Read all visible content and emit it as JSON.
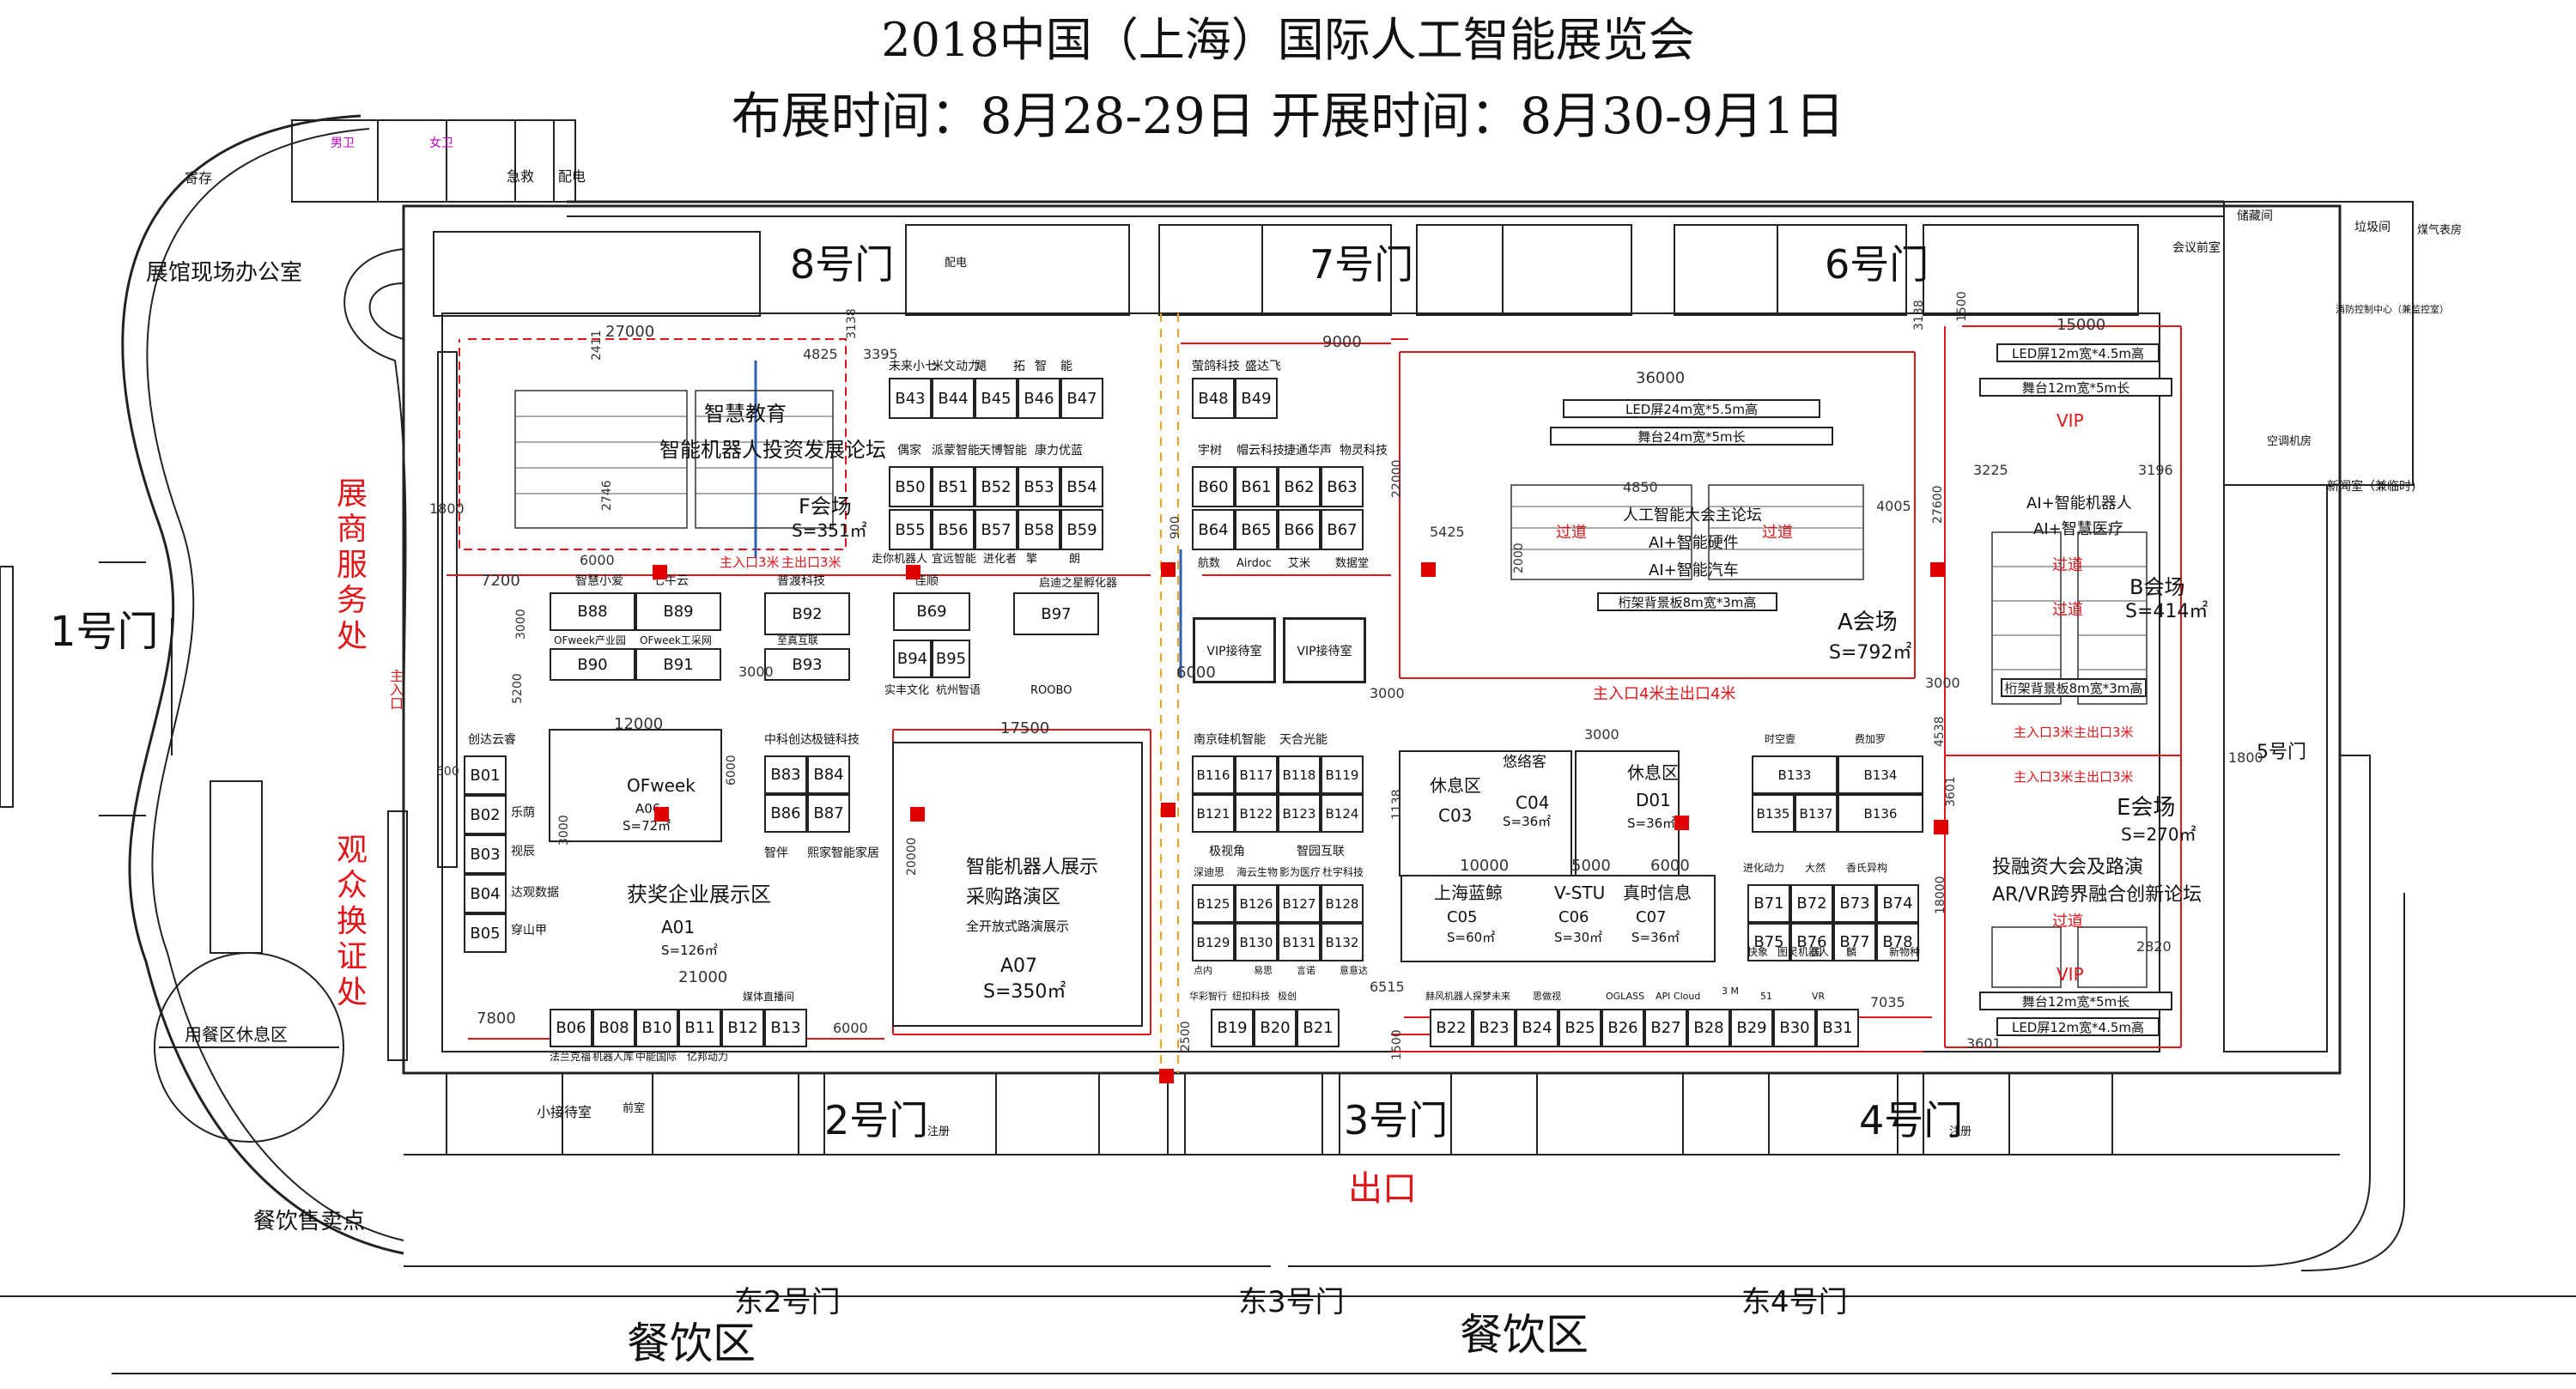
{
  "title": {
    "line1": "2018中国（上海）国际人工智能展览会",
    "line2": "布展时间：8月28-29日   开展时间：8月30-9月1日"
  },
  "gates": {
    "g1": "1号门",
    "g2": "2号门",
    "g3": "3号门",
    "g4": "4号门",
    "g5": "5号门",
    "g6": "6号门",
    "g7": "7号门",
    "g8": "8号门",
    "e2": "东2号门",
    "e3": "东3号门",
    "e4": "东4号门"
  },
  "areas": {
    "food1": "餐饮区",
    "food2": "餐饮区",
    "exit": "出口",
    "office": "展馆现场办公室",
    "snack": "餐饮售卖点",
    "rest_zone": "用餐区休息区",
    "exhibitor_service": "展商服务处",
    "visitor_exchange": "观众换证处",
    "storage": "寄存",
    "first_aid": "急救",
    "power": "配电",
    "reception": "小接待室",
    "main_entrance": "主入口"
  },
  "halls": {
    "f": {
      "top": "智慧教育",
      "mid": "智能机器人投资发展论坛",
      "name": "F会场",
      "size": "S=351㎡"
    },
    "a": {
      "line1": "人工智能大会主论坛",
      "line2": "AI+智能硬件",
      "line3": "AI+智能汽车",
      "name": "A会场",
      "size": "S=792㎡"
    },
    "b": {
      "line1": "AI+智能机器人",
      "line2": "AI+智慧医疗",
      "name": "B会场",
      "size": "S=414㎡"
    },
    "e": {
      "line1": "投融资大会及路演",
      "line2": "AR/VR跨界融合创新论坛",
      "name": "E会场",
      "size": "S=270㎡"
    },
    "a07": {
      "line1": "智能机器人展示",
      "line2": "采购路演区",
      "line3": "全开放式路演展示",
      "code": "A07",
      "size": "S=350㎡"
    },
    "a01": {
      "line1": "获奖企业展示区",
      "code": "A01",
      "size": "S=126㎡"
    },
    "a06": {
      "name": "OFweek",
      "code": "A06",
      "size": "S=72㎡"
    }
  },
  "stage": {
    "led_a": "LED屏24m宽*5.5m高",
    "stage_a": "舞台24m宽*5m长",
    "bg_a": "桁架背景板8m宽*3m高",
    "led_b": "LED屏12m宽*4.5m高",
    "stage_b": "舞台12m宽*5m长",
    "bg_b": "桁架背景板8m宽*3m高",
    "led_e": "LED屏12m宽*4.5m高",
    "stage_e": "舞台12m宽*5m长",
    "vip": "VIP",
    "aisle": "过道",
    "entry3": "主入口3米",
    "exit3": "主出口3米",
    "entry4": "主入口4米",
    "exit4": "主出口4米"
  },
  "rooms": {
    "vip1": "VIP接待室",
    "vip2": "VIP接待室",
    "rest_c03": "休息区",
    "c03": "C03",
    "rest_d01": "休息区",
    "d01": "D01",
    "d01_size": "S=36㎡",
    "c04_name": "悠络客",
    "c04": "C04",
    "c04_size": "S=36㎡",
    "c05_name": "上海蓝鲸",
    "c05": "C05",
    "c05_size": "S=60㎡",
    "c06_name": "V-STU",
    "c06": "C06",
    "c06_size": "S=30㎡",
    "c07_name": "真时信息",
    "c07": "C07",
    "c07_size": "S=36㎡"
  },
  "booths": [
    {
      "id": "b43",
      "code": "B43"
    },
    {
      "id": "b44",
      "code": "B44"
    },
    {
      "id": "b45",
      "code": "B45"
    },
    {
      "id": "b46",
      "code": "B46"
    },
    {
      "id": "b47",
      "code": "B47"
    },
    {
      "id": "b48",
      "code": "B48"
    },
    {
      "id": "b49",
      "code": "B49"
    },
    {
      "id": "b50",
      "code": "B50"
    },
    {
      "id": "b51",
      "code": "B51"
    },
    {
      "id": "b52",
      "code": "B52"
    },
    {
      "id": "b53",
      "code": "B53"
    },
    {
      "id": "b54",
      "code": "B54"
    },
    {
      "id": "b55",
      "code": "B55"
    },
    {
      "id": "b56",
      "code": "B56"
    },
    {
      "id": "b57",
      "code": "B57"
    },
    {
      "id": "b58",
      "code": "B58"
    },
    {
      "id": "b59",
      "code": "B59"
    },
    {
      "id": "b60",
      "code": "B60"
    },
    {
      "id": "b61",
      "code": "B61"
    },
    {
      "id": "b62",
      "code": "B62"
    },
    {
      "id": "b63",
      "code": "B63"
    },
    {
      "id": "b64",
      "code": "B64"
    },
    {
      "id": "b65",
      "code": "B65"
    },
    {
      "id": "b66",
      "code": "B66"
    },
    {
      "id": "b67",
      "code": "B67"
    },
    {
      "id": "b88",
      "code": "B88"
    },
    {
      "id": "b89",
      "code": "B89"
    },
    {
      "id": "b90",
      "code": "B90"
    },
    {
      "id": "b91",
      "code": "B91"
    },
    {
      "id": "b92",
      "code": "B92"
    },
    {
      "id": "b93",
      "code": "B93"
    },
    {
      "id": "b69",
      "code": "B69"
    },
    {
      "id": "b94",
      "code": "B94"
    },
    {
      "id": "b95",
      "code": "B95"
    },
    {
      "id": "b97",
      "code": "B97"
    },
    {
      "id": "b01",
      "code": "B01"
    },
    {
      "id": "b02",
      "code": "B02"
    },
    {
      "id": "b03",
      "code": "B03"
    },
    {
      "id": "b04",
      "code": "B04"
    },
    {
      "id": "b05",
      "code": "B05"
    },
    {
      "id": "b83",
      "code": "B83"
    },
    {
      "id": "b84",
      "code": "B84"
    },
    {
      "id": "b86",
      "code": "B86"
    },
    {
      "id": "b87",
      "code": "B87"
    },
    {
      "id": "b116",
      "code": "B116"
    },
    {
      "id": "b117",
      "code": "B117"
    },
    {
      "id": "b118",
      "code": "B118"
    },
    {
      "id": "b119",
      "code": "B119"
    },
    {
      "id": "b121",
      "code": "B121"
    },
    {
      "id": "b122",
      "code": "B122"
    },
    {
      "id": "b123",
      "code": "B123"
    },
    {
      "id": "b124",
      "code": "B124"
    },
    {
      "id": "b125",
      "code": "B125"
    },
    {
      "id": "b126",
      "code": "B126"
    },
    {
      "id": "b127",
      "code": "B127"
    },
    {
      "id": "b128",
      "code": "B128"
    },
    {
      "id": "b129",
      "code": "B129"
    },
    {
      "id": "b130",
      "code": "B130"
    },
    {
      "id": "b131",
      "code": "B131"
    },
    {
      "id": "b132",
      "code": "B132"
    },
    {
      "id": "b133",
      "code": "B133"
    },
    {
      "id": "b134",
      "code": "B134"
    },
    {
      "id": "b135",
      "code": "B135"
    },
    {
      "id": "b137",
      "code": "B137"
    },
    {
      "id": "b136",
      "code": "B136"
    },
    {
      "id": "b71",
      "code": "B71"
    },
    {
      "id": "b72",
      "code": "B72"
    },
    {
      "id": "b73",
      "code": "B73"
    },
    {
      "id": "b74",
      "code": "B74"
    },
    {
      "id": "b75",
      "code": "B75"
    },
    {
      "id": "b76",
      "code": "B76"
    },
    {
      "id": "b77",
      "code": "B77"
    },
    {
      "id": "b78",
      "code": "B78"
    },
    {
      "id": "b06",
      "code": "B06"
    },
    {
      "id": "b08",
      "code": "B08"
    },
    {
      "id": "b10",
      "code": "B10"
    },
    {
      "id": "b11",
      "code": "B11"
    },
    {
      "id": "b12",
      "code": "B12"
    },
    {
      "id": "b13",
      "code": "B13"
    },
    {
      "id": "b19",
      "code": "B19"
    },
    {
      "id": "b20",
      "code": "B20"
    },
    {
      "id": "b21",
      "code": "B21"
    },
    {
      "id": "b22",
      "code": "B22"
    },
    {
      "id": "b23",
      "code": "B23"
    },
    {
      "id": "b24",
      "code": "B24"
    },
    {
      "id": "b25",
      "code": "B25"
    },
    {
      "id": "b26",
      "code": "B26"
    },
    {
      "id": "b27",
      "code": "B27"
    },
    {
      "id": "b28",
      "code": "B28"
    },
    {
      "id": "b29",
      "code": "B29"
    },
    {
      "id": "b30",
      "code": "B30"
    },
    {
      "id": "b31",
      "code": "B31"
    }
  ],
  "companies": {
    "r1": [
      "未来小七",
      "米文动力",
      "飓",
      "拓",
      "智",
      "能"
    ],
    "r2": [
      "萤鸽科技",
      "盛达飞"
    ],
    "r3": [
      "偶家",
      "派蒙智能",
      "天博智能",
      "康力优蓝"
    ],
    "r4": [
      "宇树",
      "帽云科技",
      "捷通华声",
      "物灵科技"
    ],
    "r5": [
      "走你机器人",
      "宜远智能",
      "进化者",
      "擎",
      "朗",
      "启迪之星孵化器"
    ],
    "r6": [
      "航数",
      "Airdoc",
      "艾米",
      "数据堂"
    ],
    "r7": [
      "智慧小爱",
      "七牛云",
      "普渡科技",
      "佳顺"
    ],
    "r8": [
      "OFweek产业园",
      "OFweek工采网",
      "至真互联"
    ],
    "r9": [
      "实丰文化",
      "杭州智语",
      "ROOBO"
    ],
    "r10": [
      "创达云睿",
      "乐荫",
      "视辰",
      "达观数据",
      "穿山甲"
    ],
    "r11": [
      "中科创达",
      "极链科技",
      "智伴",
      "熙家智能家居"
    ],
    "r12": [
      "南京硅机智能",
      "天合光能",
      "极视角",
      "智园互联"
    ],
    "r13": [
      "深迪思",
      "海云生物",
      "影为医疗",
      "杜宇科技"
    ],
    "r14": [
      "时空壹",
      "费加罗",
      "进化动力",
      "大然",
      "香氏异构",
      "快象",
      "图灵机器人",
      "国",
      "麟",
      "新物种",
      "云天励飞"
    ],
    "r15": [
      "媒体直播间",
      "法兰克福",
      "机器人库",
      "中能国际",
      "亿邦动力"
    ],
    "r16": [
      "华彩智行",
      "纽扣科技",
      "极创",
      "点内",
      "易思",
      "言诺",
      "意意达"
    ],
    "r17": [
      "赫风机器人",
      "探梦未来",
      "思做视",
      "OGLASS",
      "API Cloud",
      "3 M",
      "51",
      "VR"
    ]
  },
  "dims": {
    "d27000": "27000",
    "d4825": "4825",
    "d3138": "3138",
    "d3395": "3395",
    "d2411": "2411",
    "d1800": "1800",
    "d2746": "2746",
    "d6000a": "6000",
    "d7200": "7200",
    "d3000a": "3000",
    "d5200": "5200",
    "d12000": "12000",
    "d17500": "17500",
    "d20000": "20000",
    "d3000b": "3000",
    "d6000b": "6000",
    "d21000": "21000",
    "d7800": "7800",
    "d6000c": "6000",
    "d9000": "9000",
    "d900": "900",
    "d36000": "36000",
    "d4850": "4850",
    "d2000": "2000",
    "d5425": "5425",
    "d22000": "22000",
    "d4005": "4005",
    "d3000c": "3000",
    "d3138b": "3138",
    "d1500": "1500",
    "d15000": "15000",
    "d3225": "3225",
    "d3196": "3196",
    "d27600": "27600",
    "d3000d": "3000",
    "d3000e": "3000",
    "d10000": "10000",
    "d5000": "5000",
    "d6000d": "6000",
    "d6515": "6515",
    "d7035": "7035",
    "d1138": "1138",
    "d4538": "4538",
    "d3601": "3601",
    "d18000": "18000",
    "d2820": "2820",
    "d3601b": "3601",
    "d2500": "2500",
    "d1500b": "1500",
    "d1800b": "1800",
    "d3000f": "3000",
    "d6000e": "6000",
    "d600": "600"
  },
  "service": {
    "toilet_m": "男卫",
    "toilet_f": "女卫",
    "storage2": "储藏间",
    "meeting": "会议前室",
    "power2": "配电",
    "garbage": "垃圾间",
    "new_pr": "新闻室（兼临时)",
    "fire": "消防控制中心（兼监控室）",
    "air": "空调机房",
    "gas": "煤气表房",
    "reg": "注册",
    "ent": "前室"
  },
  "colors": {
    "red": "#e0161b",
    "blue_wall": "#2f5fb0",
    "dash_orange": "#f0a020",
    "line": "#222222"
  }
}
